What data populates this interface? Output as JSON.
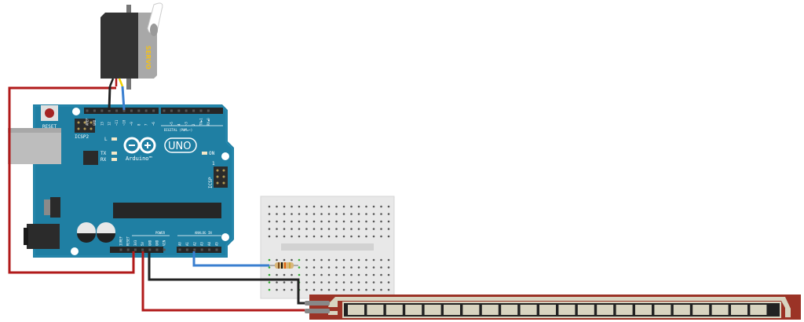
{
  "servo": {
    "label": "SERVO"
  },
  "arduino": {
    "reset_label": "RESET",
    "icsp2_label": "ICSP2",
    "icsp_label": "ICSP",
    "icsp_pin1": "1",
    "logo_text": "Arduino™",
    "uno_label": "UNO",
    "led_l": "L",
    "led_tx": "TX",
    "led_rx": "RX",
    "led_on": "ON",
    "digital_label": "DIGITAL (PWM=~)",
    "digital_pins": [
      "AREF",
      "GND",
      "13",
      "12",
      "~11",
      "~10",
      "~9",
      "8",
      "7",
      "~6",
      "~5",
      "4",
      "~3",
      "2",
      "TX▶1",
      "RX◀0"
    ],
    "power_label": "POWER",
    "power_pins": [
      "IOREF",
      "RESET",
      "3V3",
      "5V",
      "GND",
      "GND",
      "VIN"
    ],
    "analog_label": "ANALOG IN",
    "analog_pins": [
      "A0",
      "A1",
      "A2",
      "A3",
      "A4",
      "A5"
    ]
  },
  "colors": {
    "board": "#1f7fa3",
    "wire_red": "#b11a1a",
    "wire_black": "#222222",
    "wire_blue": "#3a7fd0",
    "flex": "#9b3326",
    "breadboard": "#e6e6e6"
  }
}
